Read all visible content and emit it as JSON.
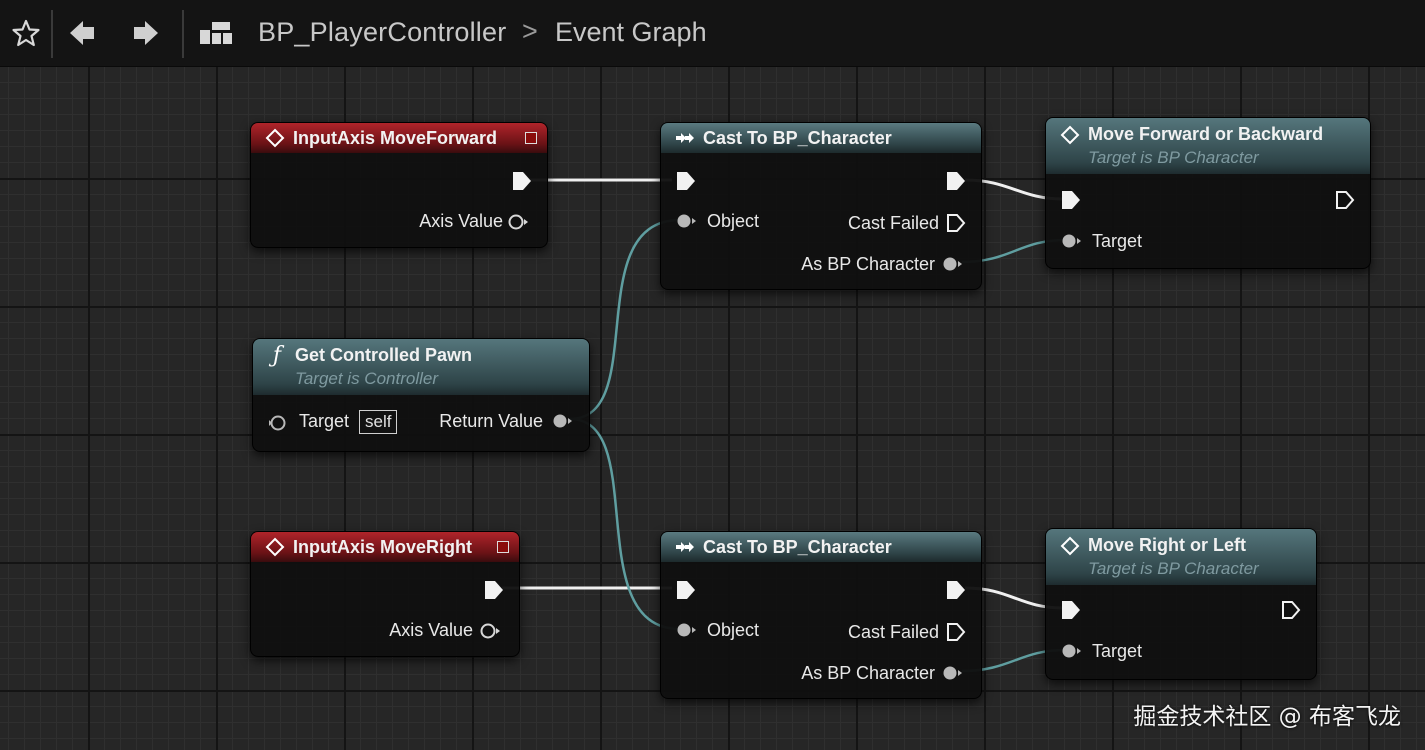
{
  "toolbar": {
    "favorite_icon": "star-icon",
    "back_icon": "arrow-left-icon",
    "forward_icon": "arrow-right-icon",
    "graph_icon": "event-graph-icon",
    "breadcrumb_root": "BP_PlayerController",
    "breadcrumb_separator": ">",
    "breadcrumb_leaf": "Event Graph"
  },
  "nodes": {
    "input_move_forward": {
      "title": "InputAxis MoveForward",
      "axis_label": "Axis Value"
    },
    "cast_top": {
      "title": "Cast To BP_Character",
      "object_label": "Object",
      "failed_label": "Cast Failed",
      "as_label": "As BP Character"
    },
    "move_forward": {
      "title": "Move Forward or Backward",
      "subtitle": "Target is BP Character",
      "target_label": "Target"
    },
    "get_pawn": {
      "title": "Get Controlled Pawn",
      "subtitle": "Target is Controller",
      "target_label": "Target",
      "self_label": "self",
      "return_label": "Return Value"
    },
    "input_move_right": {
      "title": "InputAxis MoveRight",
      "axis_label": "Axis Value"
    },
    "cast_bottom": {
      "title": "Cast To BP_Character",
      "object_label": "Object",
      "failed_label": "Cast Failed",
      "as_label": "As BP Character"
    },
    "move_right": {
      "title": "Move Right or Left",
      "subtitle": "Target is BP Character",
      "target_label": "Target"
    }
  },
  "colors": {
    "event_header": "#b0242a",
    "function_header": "#55767c",
    "object_wire": "#5f9ea0",
    "exec_wire": "#ffffff"
  },
  "watermark": "掘金技术社区 @ 布客飞龙"
}
